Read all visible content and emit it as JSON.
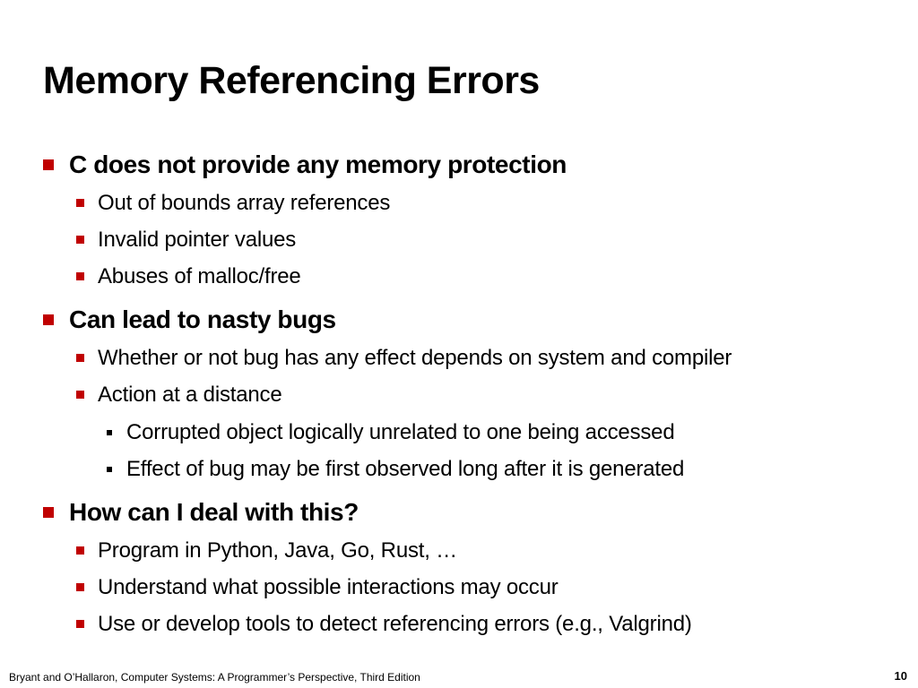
{
  "slide": {
    "title": "Memory Referencing Errors",
    "sections": [
      {
        "heading": "C does not provide any memory protection",
        "items": [
          {
            "text": "Out of bounds array references"
          },
          {
            "text": "Invalid pointer values"
          },
          {
            "text": "Abuses of malloc/free"
          }
        ]
      },
      {
        "heading": "Can lead to nasty bugs",
        "items": [
          {
            "text": "Whether or not bug has any effect depends on system and compiler"
          },
          {
            "text": "Action at a distance",
            "subitems": [
              "Corrupted object logically unrelated to one being accessed",
              "Effect of bug may be first observed long after it is generated"
            ]
          }
        ]
      },
      {
        "heading": "How can I deal with this?",
        "items": [
          {
            "text": "Program in Python, Java, Go, Rust, …"
          },
          {
            "text": "Understand what possible interactions may occur"
          },
          {
            "text": "Use or develop tools to detect referencing errors (e.g., Valgrind)"
          }
        ]
      }
    ],
    "footer": "Bryant and O’Hallaron, Computer Systems: A Programmer’s Perspective, Third Edition",
    "page_number": "10"
  },
  "colors": {
    "bullet_level1": "#c00000",
    "bullet_level2": "#c00000",
    "bullet_level3": "#000000"
  }
}
